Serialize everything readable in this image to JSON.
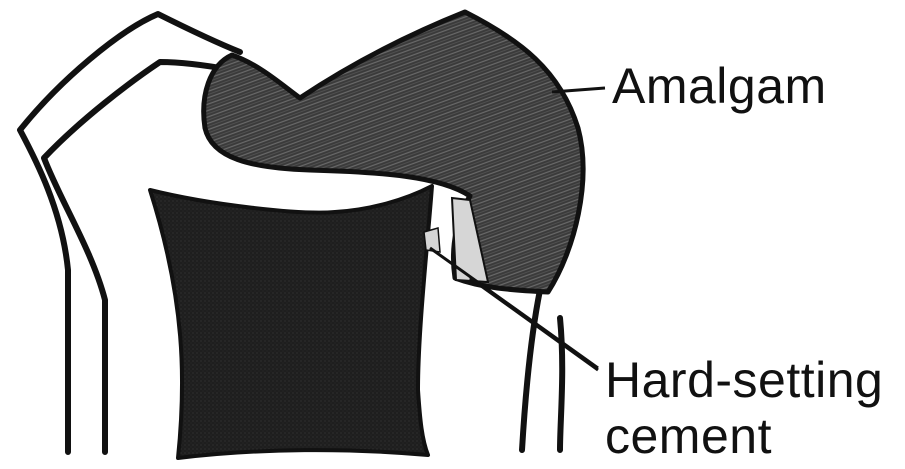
{
  "labels": {
    "amalgam": "Amalgam",
    "cement_line1": "Hard-setting",
    "cement_line2": "cement"
  },
  "colors": {
    "outline": "#111111",
    "amalgam_fill": "#3a3a3a",
    "core_fill": "#222222",
    "cement_fill": "#d6d6d6",
    "background": "#ffffff"
  }
}
